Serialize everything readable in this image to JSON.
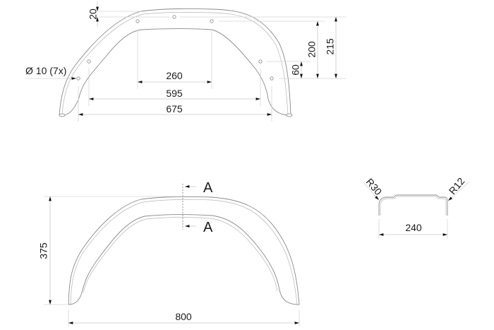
{
  "drawing": {
    "top_view": {
      "dimensions": {
        "flange_height": "20",
        "hole_spacing_inner": "260",
        "hole_spacing_middle": "595",
        "overall_width_holes": "675",
        "height_200": "200",
        "height_215": "215",
        "hole_offset_60": "60",
        "hole_callout": "Ø 10 (7x)"
      }
    },
    "side_view": {
      "dimensions": {
        "height": "375",
        "width": "800"
      },
      "section_marker_top": "A",
      "section_marker_bottom": "A"
    },
    "section_view": {
      "dimensions": {
        "radius_left": "R30",
        "radius_right": "R12",
        "width": "240"
      }
    }
  }
}
